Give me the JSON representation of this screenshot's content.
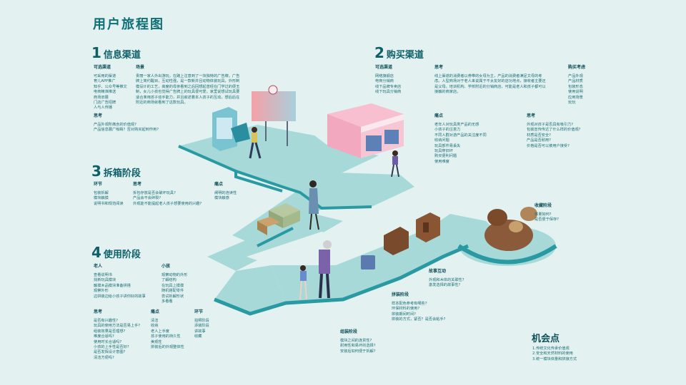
{
  "page": {
    "title": "用户旅程图"
  },
  "stage1": {
    "num": "1",
    "title": "信息渠道",
    "channels": {
      "heading": "可选渠道",
      "items": [
        "可采用的渠道",
        "育儿APP推广",
        "知乎、公众号等推文",
        "电商精准推送",
        "商场旧展",
        "门店广告招牌",
        "人与人传播"
      ]
    },
    "scenario": {
      "heading": "场景",
      "text": "贵丽一家人外出游玩，在路上注意到了一块独特的广告牌。广告牌上简约醒目，互动性强，是一款新并且动物体装玩具，外形制模设计的工艺，高度的母亲看到之后回想起曾经在门学过的便玉制，女儿小孩也觉得广告牌上的玩具很可爱。家里说想试玩具要适合准用孩子动手能力，并且叙述着本人孩子的互动，想后后在附近的商场就看到了这款玩具。"
    },
    "thinking": {
      "heading": "思考",
      "items": [
        "产品外观所痛含的价值观?",
        "产品信息展广吸睛？否对购买起到作用?"
      ]
    }
  },
  "stage2": {
    "num": "2",
    "title": "购买渠道",
    "channels": {
      "heading": "可选渠道",
      "items": [
        "网络旗舰店",
        "电商分销商",
        "线下品牌专卖店",
        "线下玩具分销商"
      ]
    },
    "thinking": {
      "heading": "思考",
      "text": "线上渠道的消费者以券带的女母为主，产品的消费者满足文母的考虑。人型商场对于老人来说属于不太友好的店功地点，接收者主要还是父母。培训机构、学校附近的分销商店，可能是老人和孩子都可以接触的商家店。"
    },
    "factors": {
      "heading": "购买考虑",
      "items": [
        "产品外观",
        "产品材质",
        "包装形态",
        "使用说明",
        "应用场景",
        "玩玩"
      ]
    },
    "pain": {
      "heading": "痛点",
      "items": [
        "老年人对玩具类产品的无感",
        "小孩子的注意力",
        "不同人群对游产品的关注度不同",
        "收纳问题",
        "玩具部件易丢失",
        "玩具穿旧坏",
        "购买便利问题",
        "使用难度"
      ]
    },
    "thinking2": {
      "heading": "思考",
      "items": [
        "外观对孩子是否具有吸引力?",
        "包装宣传传达了什么样的价值观?",
        "材质是否安全?",
        "产品是否耐用?",
        "价格是否可以被用户接受?"
      ]
    }
  },
  "stage3": {
    "num": "3",
    "title": "拆箱阶段",
    "link": {
      "heading": "环节",
      "items": [
        "包装拆解",
        "模块触摸",
        "说明书和规范阅读"
      ]
    },
    "thinking": {
      "heading": "思考",
      "items": [
        "拆包存放是否会破坏玩具?",
        "产品会不会碎裂?",
        "外观能不能提起老人孩子想要使用的兴趣?"
      ]
    },
    "pain": {
      "heading": "痛点",
      "items": [
        "阐明的连读性",
        "模块触感"
      ]
    }
  },
  "stage4": {
    "num": "4",
    "title": "使用阶段",
    "elder": {
      "heading": "老人",
      "items": [
        "查看说明书",
        "找新玩具模块",
        "触摸木品模块准备拼搭",
        "观察外形",
        "边拼装边给小孩子讲你好的故事"
      ]
    },
    "child": {
      "heading": "小孩",
      "items": [
        "观察动物的外形",
        "了解结构",
        "在玩具上摸摸",
        "随机搭配零件",
        "尝试拆解形状",
        "多看看"
      ]
    },
    "thinking": {
      "heading": "思考",
      "items": [
        "是否有兴趣性?",
        "玩具的使用方法是否易上手?",
        "组装效果是否理想?",
        "难度合适吗?",
        "使用时长合适吗?",
        "小孩的上手性是否好?",
        "是否发挥设计意图?",
        "清洁方便吗?"
      ]
    },
    "pain": {
      "heading": "痛点",
      "items": [
        "清洁",
        "收纳",
        "老人上手度",
        "孩子使用的持久性",
        "美观性",
        "拼装后的外观整体性"
      ]
    },
    "link": {
      "heading": "环节",
      "items": [
        "拍照阶段",
        "添装阶段",
        "讲故事",
        "收藏"
      ]
    }
  },
  "story": {
    "heading": "故事互动",
    "items": [
      "外观和木体的关联性?",
      "激发选择的故事性?"
    ]
  },
  "build": {
    "heading": "拼装阶段",
    "items": [
      "样本配色参考有哪些?",
      "环保材料的使用?",
      "拼装期间时间?",
      "拼装的方式，紧否？是否会粘手?"
    ]
  },
  "store": {
    "heading": "组装阶段",
    "items": [
      "模块之间的连贯性?",
      "耐用性和易坏的选择?",
      "安装后如何便于拆解?"
    ]
  },
  "collect": {
    "heading": "收藏阶段",
    "items": [
      "体量如何?",
      "是否便于保存?"
    ]
  },
  "opportunity": {
    "title": "机会点",
    "items": [
      "1.传统文化传承价值观",
      "2.安全和天然材料的使用",
      "3.统一模块体量和拼接方式"
    ]
  },
  "colors": {
    "path_top": "#9fd4d4",
    "path_side": "#2a9aa2",
    "accent": "#0f6f76",
    "bg": "#e3f2f1"
  }
}
